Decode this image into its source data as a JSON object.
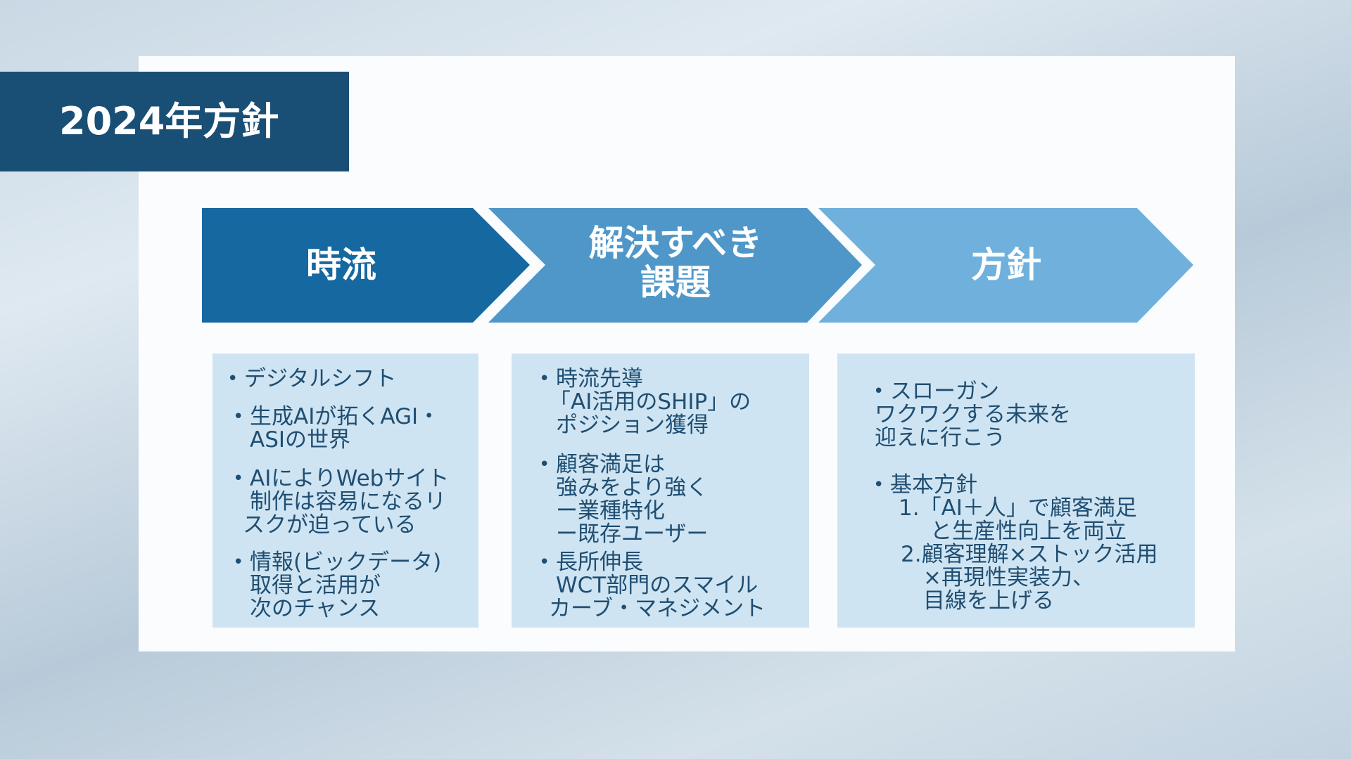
{
  "title": "2024年方針",
  "colors": {
    "title_bg": "#1a4f75",
    "arrow1": "#1668a0",
    "arrow2": "#4f97c8",
    "arrow3": "#6fb1dc",
    "box": "#cfe4f2",
    "text": "#1f4e72"
  },
  "columns": [
    {
      "heading": [
        "時流"
      ],
      "items": [
        [
          "デジタルシフト"
        ],
        [
          "生成AIが拓くAGI・",
          "ASIの世界"
        ],
        [
          "AIによりWebサイト",
          "制作は容易になるリ",
          "スクが迫っている"
        ],
        [
          "情報(ビックデータ)",
          "取得と活用が",
          "次のチャンス"
        ]
      ]
    },
    {
      "heading": [
        "解決すべき",
        "課題"
      ],
      "items": [
        [
          "時流先導",
          "「AI活用のSHIP」の",
          "ポジション獲得"
        ],
        [
          "顧客満足は",
          "強みをより強く",
          "ー業種特化",
          "ー既存ユーザー"
        ],
        [
          "長所伸長",
          "WCT部門のスマイル",
          "カーブ・マネジメント"
        ]
      ]
    },
    {
      "heading": [
        "方針"
      ],
      "items": [
        [
          "スローガン",
          "ワクワクする未来を",
          "迎えに行こう"
        ],
        [
          "基本方針",
          "1.「AI＋人」で顧客満足",
          "と生産性向上を両立",
          "2.顧客理解×ストック活用",
          "×再現性実装力、",
          "目線を上げる"
        ]
      ]
    }
  ]
}
